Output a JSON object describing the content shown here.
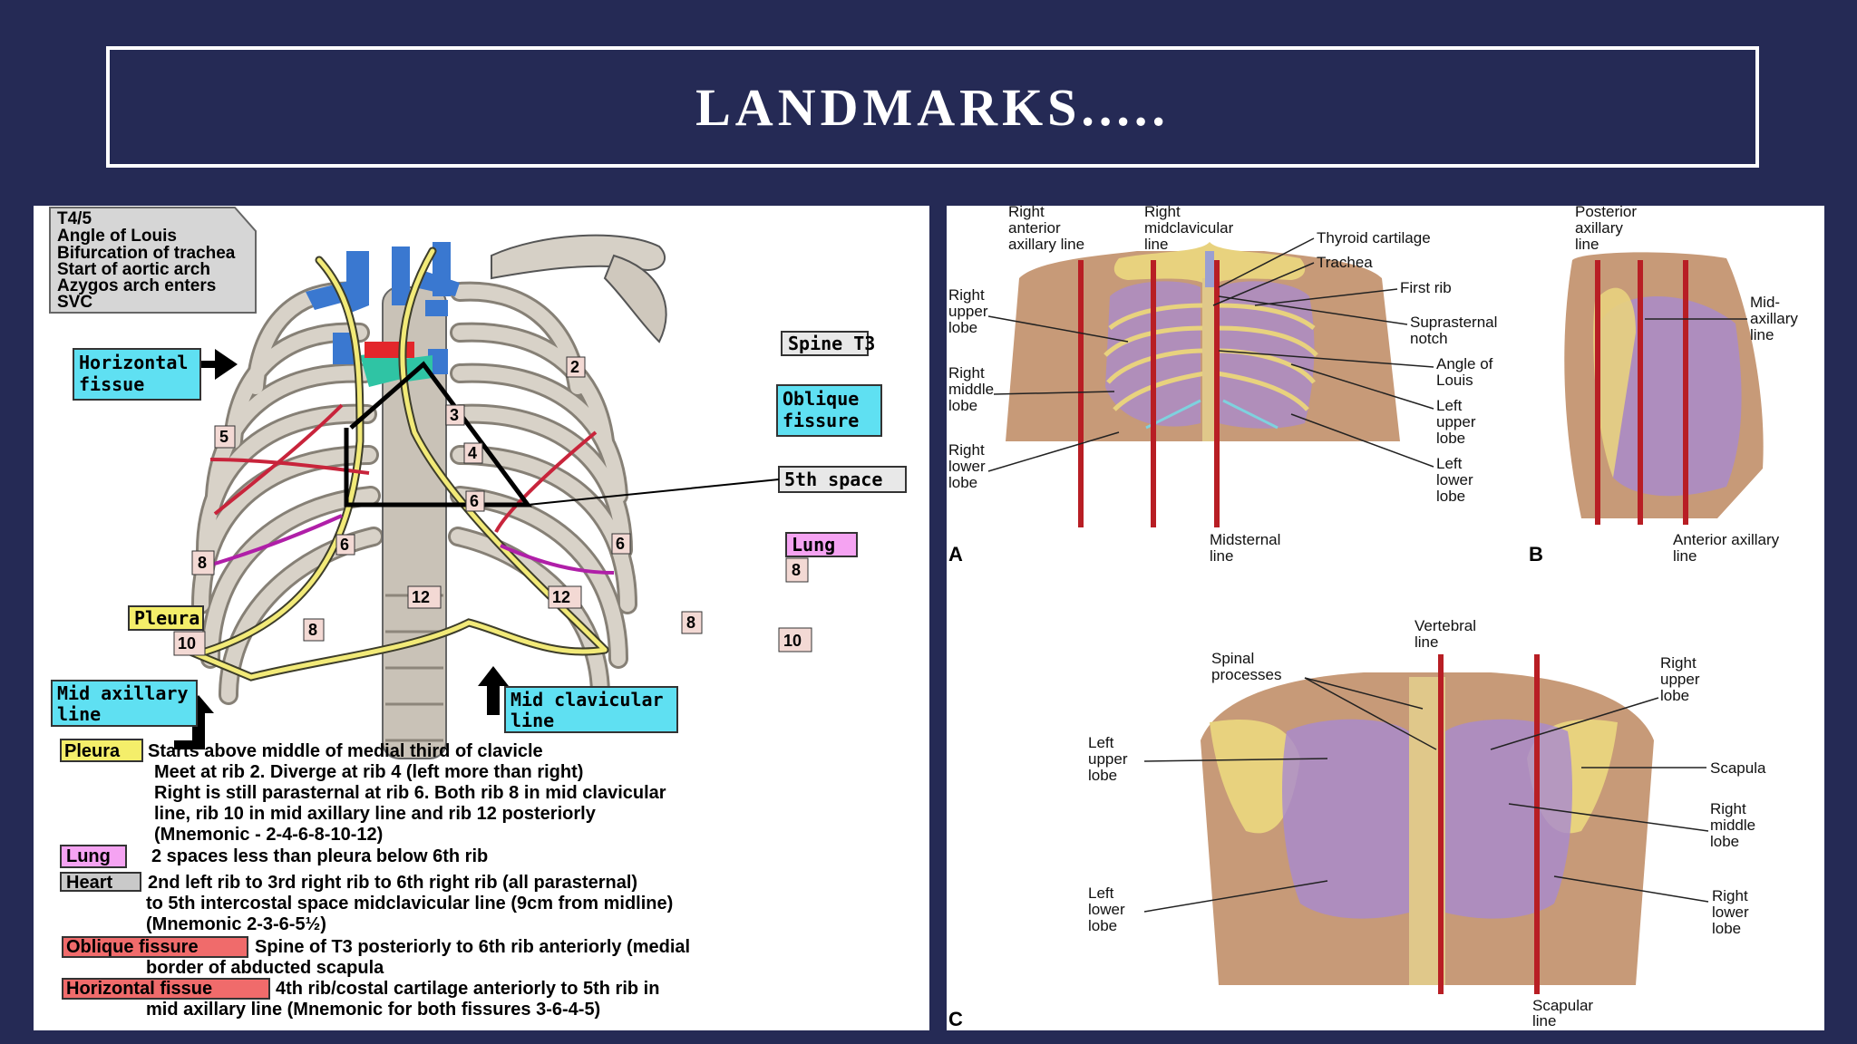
{
  "slide": {
    "title": "LANDMARKS.....",
    "colors": {
      "background": "#252a55",
      "border": "#ffffff",
      "rib": "#d8d2c8",
      "pleura": "#f2ea78",
      "lung_shade": "#b88ccd",
      "landmark_line": "#b81e24"
    }
  },
  "thorax": {
    "callout": [
      "T4/5",
      "Angle of Louis",
      "Bifurcation of trachea",
      "Start of aortic arch",
      "Azygos arch enters",
      "SVC"
    ],
    "labels": {
      "spine_t3": "Spine T3",
      "horizontal_fissure": [
        "Horizontal",
        "fissue"
      ],
      "oblique_fissure": [
        "Oblique",
        "fissure"
      ],
      "fifth_space": "5th space",
      "lung": "Lung",
      "pleura": "Pleura",
      "mid_axillary": [
        "Mid axillary",
        "line"
      ],
      "mid_clavicular": [
        "Mid clavicular",
        "line"
      ]
    },
    "numbers": {
      "n2": "2",
      "n3": "3",
      "n4": "4",
      "n5": "5",
      "n6a": "6",
      "n6b": "6",
      "n6c": "6",
      "n8a": "8",
      "n8b": "8",
      "n8c": "8",
      "n8d": "8",
      "n10a": "10",
      "n10b": "10",
      "n12a": "12",
      "n12b": "12"
    },
    "notes": {
      "pleura_tag": "Pleura",
      "pleura_lines": [
        "Starts above middle of medial third of clavicle",
        "Meet at rib 2. Diverge at rib 4 (left more than right)",
        "Right is still parasternal at rib 6. Both rib 8 in mid clavicular",
        "line, rib 10 in mid axillary line and rib 12 posteriorly",
        "(Mnemonic - 2-4-6-8-10-12)"
      ],
      "lung_tag": "Lung",
      "lung_line": "2 spaces less than pleura below 6th rib",
      "heart_tag": "Heart",
      "heart_lines": [
        "2nd left rib to 3rd right rib to 6th right rib (all parasternal)",
        "to 5th intercostal space midclavicular line (9cm from midline)",
        "(Mnemonic 2-3-6-5½)"
      ],
      "oblique_tag": "Oblique fissure",
      "oblique_lines": [
        "Spine of T3 posteriorly to 6th rib anteriorly (medial",
        "border of abducted scapula"
      ],
      "horizontal_tag": "Horizontal fissue",
      "horizontal_lines": [
        "4th rib/costal cartilage anteriorly to 5th rib in",
        "mid axillary line  (Mnemonic for both fissures 3-6-4-5)"
      ]
    }
  },
  "anatomy": {
    "panel_a": {
      "letter": "A",
      "top_labels": {
        "right_anterior_axillary": [
          "Right",
          "anterior",
          "axillary line"
        ],
        "right_midclavicular": [
          "Right",
          "midclavicular",
          "line"
        ]
      },
      "left_labels": {
        "right_upper_lobe": [
          "Right",
          "upper",
          "lobe"
        ],
        "right_middle_lobe": [
          "Right",
          "middle",
          "lobe"
        ],
        "right_lower_lobe": [
          "Right",
          "lower",
          "lobe"
        ]
      },
      "right_labels": {
        "thyroid": [
          "Thyroid cartilage"
        ],
        "trachea": [
          "Trachea"
        ],
        "first_rib": [
          "First rib"
        ],
        "suprasternal": [
          "Suprasternal",
          "notch"
        ],
        "angle_louis": [
          "Angle of",
          "Louis"
        ],
        "left_upper": [
          "Left",
          "upper",
          "lobe"
        ],
        "left_lower": [
          "Left",
          "lower",
          "lobe"
        ]
      },
      "bottom_label": [
        "Midsternal",
        "line"
      ]
    },
    "panel_b": {
      "letter": "B",
      "posterior_axillary": [
        "Posterior",
        "axillary",
        "line"
      ],
      "mid_axillary": [
        "Mid-",
        "axillary",
        "line"
      ],
      "anterior_axillary": [
        "Anterior axillary",
        "line"
      ]
    },
    "panel_c": {
      "letter": "C",
      "vertebral": [
        "Vertebral",
        "line"
      ],
      "spinal_processes": [
        "Spinal",
        "processes"
      ],
      "left_upper": [
        "Left",
        "upper",
        "lobe"
      ],
      "left_lower": [
        "Left",
        "lower",
        "lobe"
      ],
      "right_upper": [
        "Right",
        "upper",
        "lobe"
      ],
      "scapula": [
        "Scapula"
      ],
      "right_middle": [
        "Right",
        "middle",
        "lobe"
      ],
      "right_lower": [
        "Right",
        "lower",
        "lobe"
      ],
      "scapular_line": [
        "Scapular",
        "line"
      ]
    }
  }
}
